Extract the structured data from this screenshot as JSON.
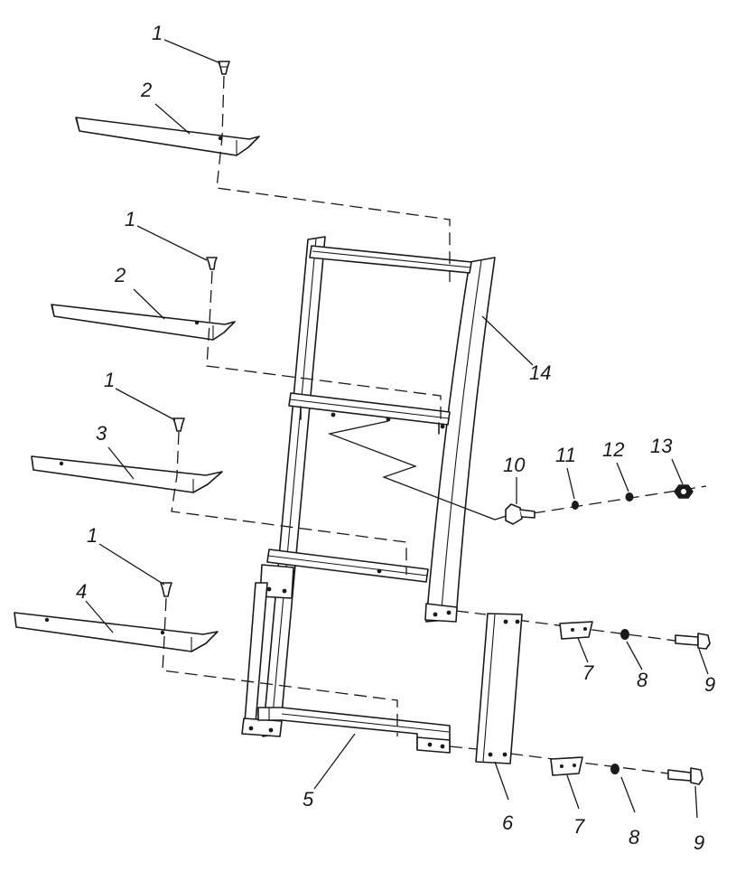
{
  "callouts": {
    "c1a": "1",
    "c2a": "2",
    "c1b": "1",
    "c2b": "2",
    "c14": "14",
    "c1c": "1",
    "c3": "3",
    "c10": "10",
    "c11": "11",
    "c12": "12",
    "c13": "13",
    "c1d": "1",
    "c4": "4",
    "c7a": "7",
    "c8a": "8",
    "c9a": "9",
    "c5": "5",
    "c6": "6",
    "c7b": "7",
    "c8b": "8",
    "c9b": "9"
  },
  "colors": {
    "line": "#1a1a1a",
    "background": "#ffffff"
  }
}
